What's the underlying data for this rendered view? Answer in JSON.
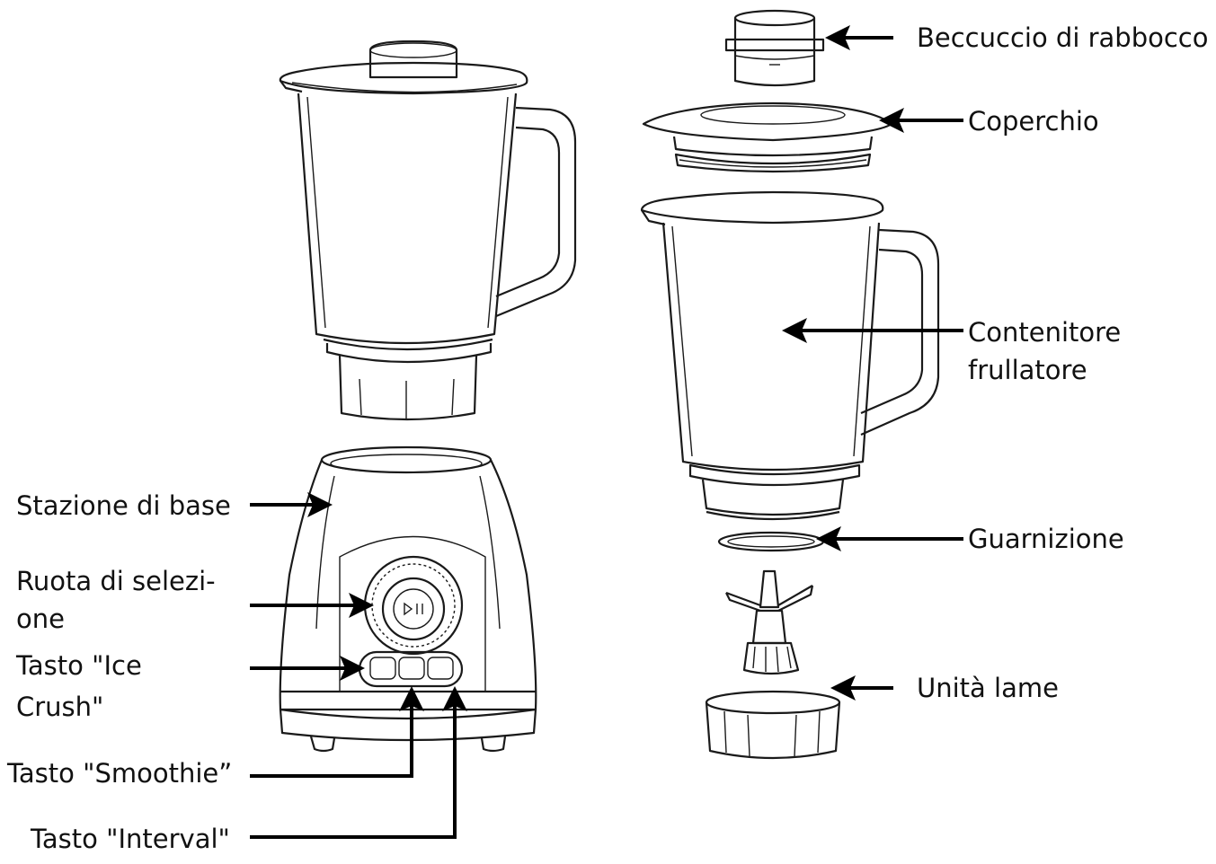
{
  "labels": {
    "beccuccio": "Beccuccio di rabbocco",
    "coperchio": "Coperchio",
    "contenitore_1": "Contenitore",
    "contenitore_2": "frullatore",
    "guarnizione": "Guarnizione",
    "unita_lame": "Unità lame",
    "stazione": "Stazione di base",
    "ruota_1": "Ruota di selezi-",
    "ruota_2": "one",
    "ice_1": "Tasto \"Ice",
    "ice_2": "Crush\"",
    "smoothie": "Tasto \"Smoothie”",
    "interval": "Tasto \"Interval\""
  },
  "colors": {
    "line": "#1a1a1a",
    "arrow": "#000000",
    "background": "#ffffff"
  }
}
